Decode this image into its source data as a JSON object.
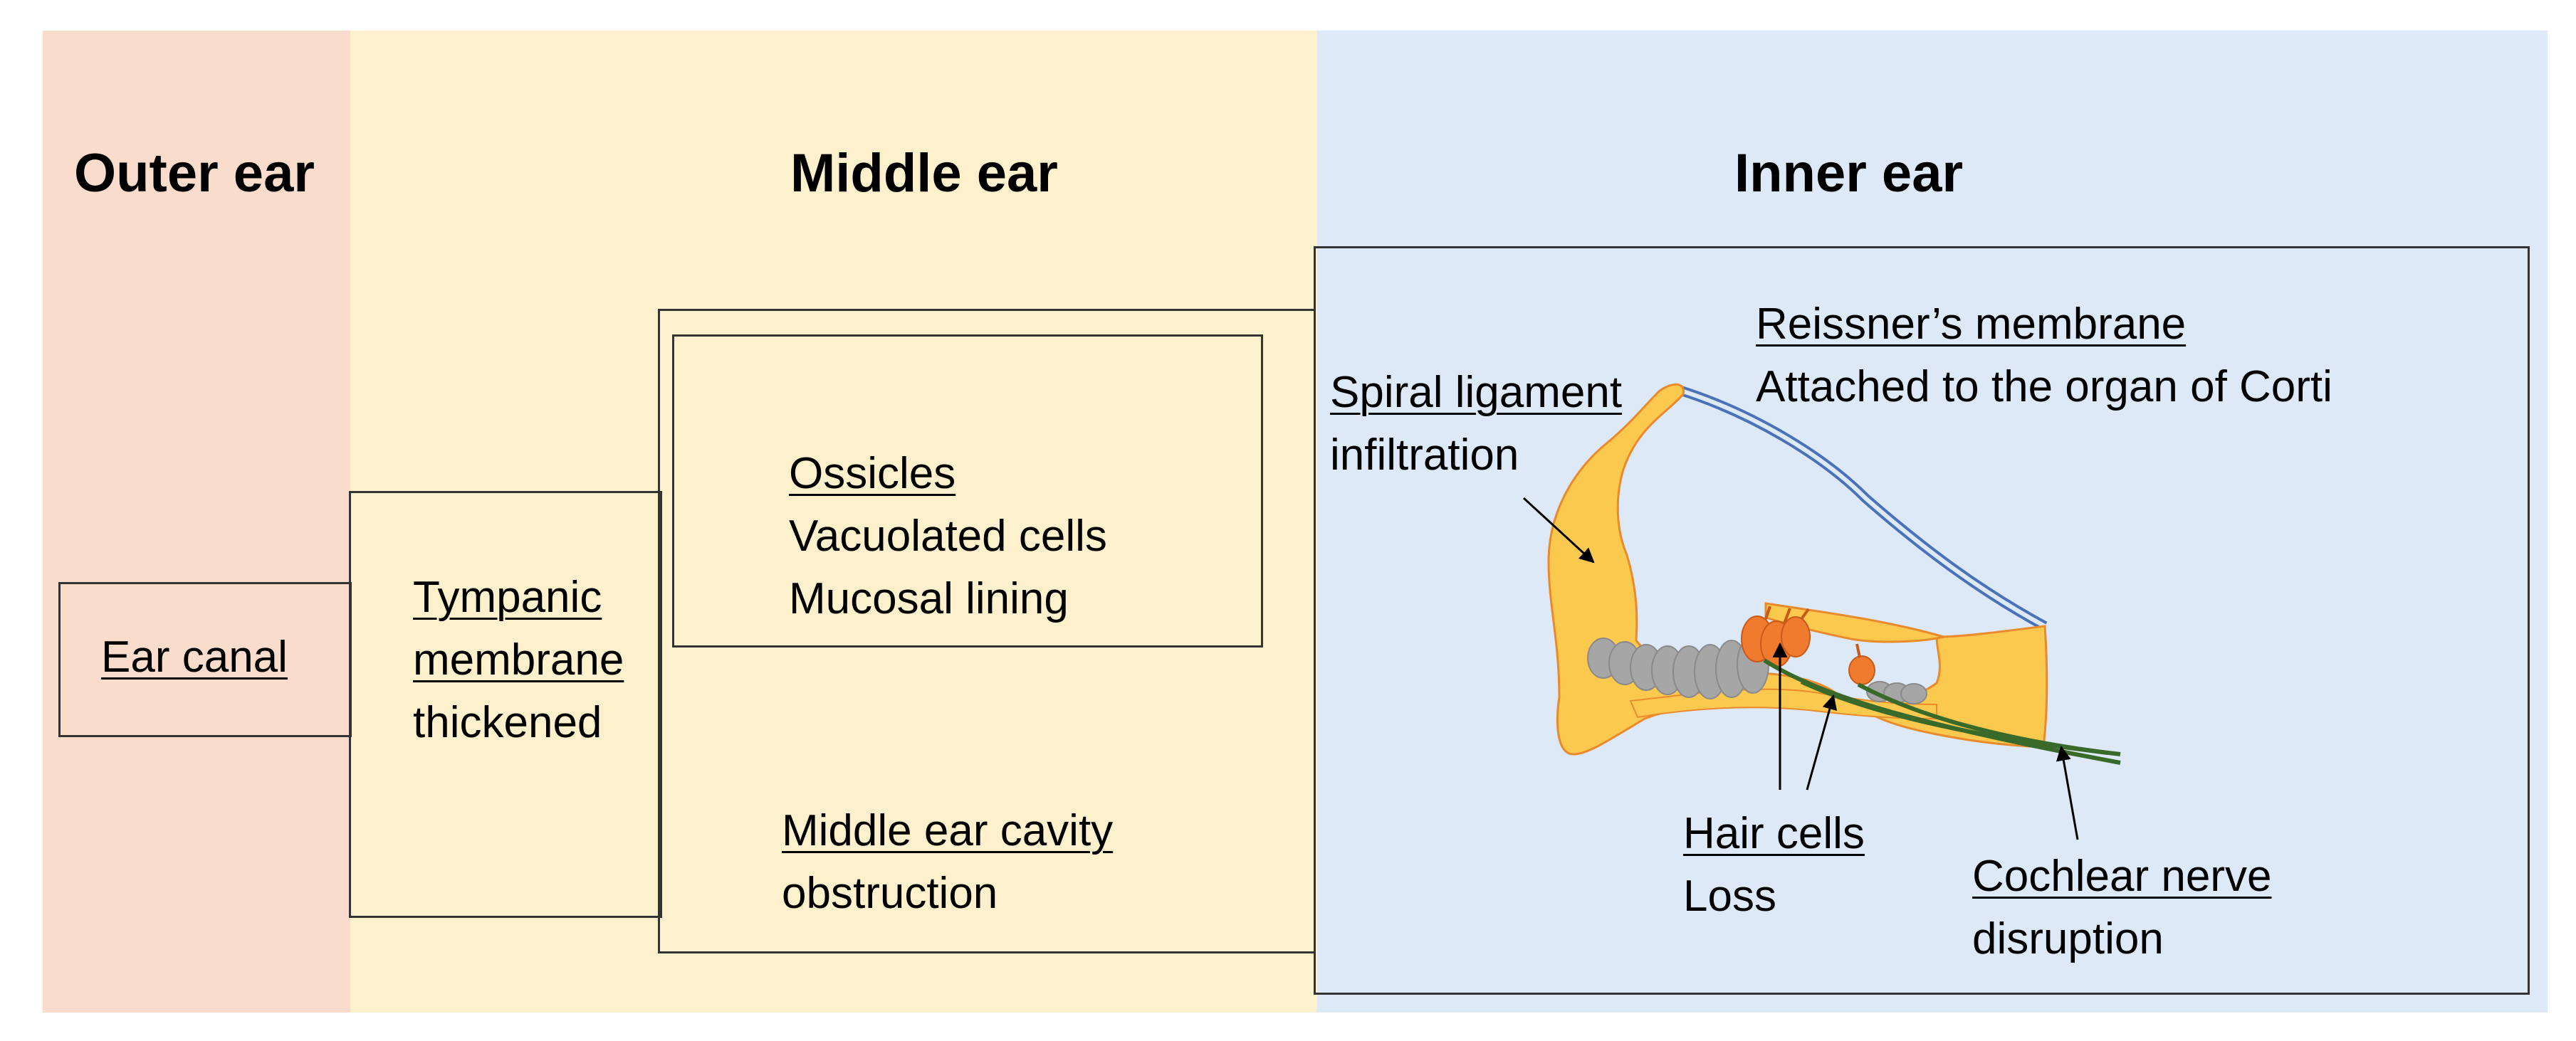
{
  "regions": {
    "outer": {
      "heading": "Outer ear"
    },
    "middle": {
      "heading": "Middle ear"
    },
    "inner": {
      "heading": "Inner ear"
    }
  },
  "outer_ear": {
    "ear_canal": {
      "title": "Ear canal"
    }
  },
  "middle_ear": {
    "tympanic_membrane": {
      "title_line1": "Tympanic",
      "title_line2": "membrane",
      "finding": "thickened"
    },
    "ossicles": {
      "title": "Ossicles",
      "finding1": "Vacuolated cells",
      "finding2": "Mucosal lining"
    },
    "cavity": {
      "title": "Middle ear cavity",
      "finding": "obstruction"
    }
  },
  "inner_ear": {
    "reissner": {
      "title": "Reissner’s membrane",
      "finding": "Attached to the organ of Corti"
    },
    "spiral_ligament": {
      "title": "Spiral ligament",
      "finding": "infiltration"
    },
    "hair_cells": {
      "title": "Hair cells",
      "finding": "Loss"
    },
    "cochlear_nerve": {
      "title": "Cochlear nerve",
      "finding": "disruption"
    }
  },
  "colors": {
    "outer_bg": "#f9dccb",
    "middle_bg": "#fdf0cc",
    "inner_bg": "#dde9f6",
    "tissue_fill": "#fcc94f",
    "tissue_stroke": "#e98a2c",
    "hair_cell": "#f07a2e",
    "nerve": "#3a6a2a",
    "membrane": "#4a72b8",
    "cell_gray": "#a6a6a6"
  }
}
